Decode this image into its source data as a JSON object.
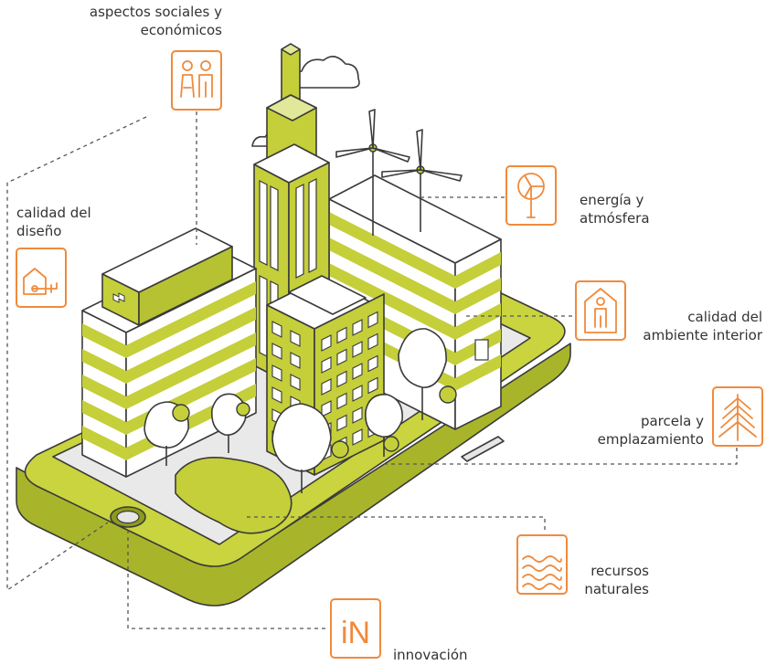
{
  "labels": {
    "social": [
      "aspectos sociales y",
      "económicos"
    ],
    "design": [
      "calidad del",
      "diseño"
    ],
    "energy": [
      "energía y",
      "atmósfera"
    ],
    "indoor": [
      "calidad del",
      "ambiente interior"
    ],
    "site": [
      "parcela y",
      "emplazamiento"
    ],
    "water": [
      "recursos",
      "naturales"
    ],
    "innovation": [
      "innovación"
    ]
  },
  "innovation_icon_text": "iN",
  "colors": {
    "accent_green": "#c4cf3a",
    "dark_green": "#9fad22",
    "icon_orange": "#f08a3c",
    "line_gray": "#3a3a3a"
  }
}
